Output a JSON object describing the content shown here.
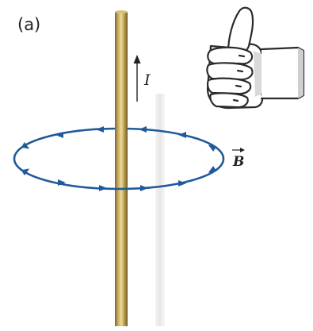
{
  "figure": {
    "panel_label": "(a)",
    "current_symbol": "I",
    "field_symbol": "B",
    "field_vector_arrow": "→"
  },
  "colors": {
    "field_loop": "#1f5a9a",
    "wire_light": "#e0cd8e",
    "wire_mid": "#b79b4c",
    "wire_dark": "#7a6530",
    "hand_outline": "#2b2b2b"
  },
  "icons": {
    "hand": "thumbs-up-hand-icon"
  }
}
